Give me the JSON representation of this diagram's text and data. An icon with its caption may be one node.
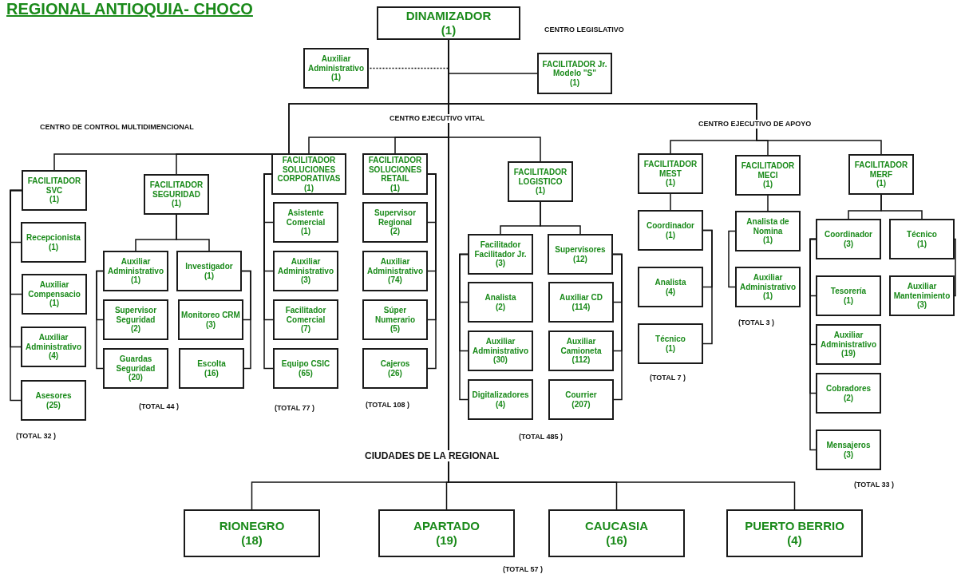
{
  "diagram": {
    "title": "REGIONAL ANTIOQUIA- CHOCO",
    "nodes": [
      {
        "text": [
          "DINAMIZADOR",
          "(1)"
        ]
      },
      {
        "text": [
          "Auxiliar Administrativo",
          "(1)"
        ]
      },
      {
        "text": [
          "FACILITADOR Jr. Modelo \"S\"",
          "(1)"
        ]
      },
      {
        "text": [
          "FACILITADOR SVC",
          "(1)"
        ]
      },
      {
        "text": [
          "Recepcionista",
          "(1)"
        ]
      },
      {
        "text": [
          "Auxiliar Compensacio",
          "(1)"
        ]
      },
      {
        "text": [
          "Auxiliar Administrativo",
          "(4)"
        ]
      },
      {
        "text": [
          "Asesores",
          "(25)"
        ]
      },
      {
        "text": [
          "FACILITADOR SEGURIDAD",
          "(1)"
        ]
      },
      {
        "text": [
          "Auxiliar Administrativo",
          "(1)"
        ]
      },
      {
        "text": [
          "Investigador",
          "(1)"
        ]
      },
      {
        "text": [
          "Supervisor Seguridad",
          "(2)"
        ]
      },
      {
        "text": [
          "Monitoreo CRM",
          "(3)"
        ]
      },
      {
        "text": [
          "Guardas Seguridad",
          "(20)"
        ]
      },
      {
        "text": [
          "Escolta",
          "(16)"
        ]
      },
      {
        "text": [
          "FACILITADOR SOLUCIONES CORPORATIVAS",
          "(1)"
        ]
      },
      {
        "text": [
          "Asistente Comercial",
          "(1)"
        ]
      },
      {
        "text": [
          "Auxiliar Administrativo",
          "(3)"
        ]
      },
      {
        "text": [
          "Facilitador Comercial",
          "(7)"
        ]
      },
      {
        "text": [
          "Equipo CSIC",
          "(65)"
        ]
      },
      {
        "text": [
          "FACILITADOR SOLUCIONES RETAIL",
          "(1)"
        ]
      },
      {
        "text": [
          "Supervisor Regional",
          "(2)"
        ]
      },
      {
        "text": [
          "Auxiliar Administrativo",
          "(74)"
        ]
      },
      {
        "text": [
          "Súper Numerario",
          "(5)"
        ]
      },
      {
        "text": [
          "Cajeros",
          "(26)"
        ]
      },
      {
        "text": [
          "FACILITADOR LOGISTICO",
          "(1)"
        ]
      },
      {
        "text": [
          "Facilitador Facilitador Jr.",
          "(3)"
        ]
      },
      {
        "text": [
          "Supervisores",
          "(12)"
        ]
      },
      {
        "text": [
          "Analista",
          "(2)"
        ]
      },
      {
        "text": [
          "Auxiliar CD",
          "(114)"
        ]
      },
      {
        "text": [
          "Auxiliar Administrativo",
          "(30)"
        ]
      },
      {
        "text": [
          "Auxiliar Camioneta",
          "(112)"
        ]
      },
      {
        "text": [
          "Digitalizadores",
          "(4)"
        ]
      },
      {
        "text": [
          "Courrier",
          "(207)"
        ]
      },
      {
        "text": [
          "FACILITADOR MEST",
          "(1)"
        ]
      },
      {
        "text": [
          "Coordinador",
          "(1)"
        ]
      },
      {
        "text": [
          "Analista",
          "(4)"
        ]
      },
      {
        "text": [
          "Técnico",
          "(1)"
        ]
      },
      {
        "text": [
          "FACILITADOR MECI",
          "(1)"
        ]
      },
      {
        "text": [
          "Analista de Nomina",
          "(1)"
        ]
      },
      {
        "text": [
          "Auxiliar Administrativo",
          "(1)"
        ]
      },
      {
        "text": [
          "FACILITADOR MERF",
          "(1)"
        ]
      },
      {
        "text": [
          "Coordinador",
          "(3)"
        ]
      },
      {
        "text": [
          "Técnico",
          "(1)"
        ]
      },
      {
        "text": [
          "Tesorería",
          "(1)"
        ]
      },
      {
        "text": [
          "Auxiliar Mantenimiento",
          "(3)"
        ]
      },
      {
        "text": [
          "Auxiliar Administrativo",
          "(19)"
        ]
      },
      {
        "text": [
          "Cobradores",
          "(2)"
        ]
      },
      {
        "text": [
          "Mensajeros",
          "(3)"
        ]
      },
      {
        "text": [
          "RIONEGRO",
          "(18)"
        ]
      },
      {
        "text": [
          "APARTADO",
          "(19)"
        ]
      },
      {
        "text": [
          "CAUCASIA",
          "(16)"
        ]
      },
      {
        "text": [
          "PUERTO BERRIO",
          "(4)"
        ]
      }
    ],
    "edges": [
      {
        "from": 0,
        "to": 1,
        "arrow": "none",
        "style": "dashed"
      },
      {
        "from": 0,
        "to": 2,
        "arrow": "none"
      },
      {
        "from": 0,
        "to": 3,
        "arrow": "none"
      },
      {
        "from": 0,
        "to": 8,
        "arrow": "none"
      },
      {
        "from": 0,
        "to": 15,
        "arrow": "none"
      },
      {
        "from": 0,
        "to": 20,
        "arrow": "none"
      },
      {
        "from": 0,
        "to": 25,
        "arrow": "none"
      },
      {
        "from": 0,
        "to": 34,
        "arrow": "none"
      },
      {
        "from": 0,
        "to": 38,
        "arrow": "none"
      },
      {
        "from": 0,
        "to": 41,
        "arrow": "none"
      },
      {
        "from": 0,
        "to": 49,
        "arrow": "none"
      },
      {
        "from": 0,
        "to": 50,
        "arrow": "none"
      },
      {
        "from": 0,
        "to": 51,
        "arrow": "none"
      },
      {
        "from": 0,
        "to": 52,
        "arrow": "none"
      },
      {
        "from": 3,
        "to": 4,
        "arrow": "none"
      },
      {
        "from": 3,
        "to": 5,
        "arrow": "none"
      },
      {
        "from": 3,
        "to": 6,
        "arrow": "none"
      },
      {
        "from": 3,
        "to": 7,
        "arrow": "none"
      },
      {
        "from": 8,
        "to": 9,
        "arrow": "none"
      },
      {
        "from": 8,
        "to": 10,
        "arrow": "none"
      },
      {
        "from": 9,
        "to": 11,
        "arrow": "none"
      },
      {
        "from": 9,
        "to": 13,
        "arrow": "none"
      },
      {
        "from": 10,
        "to": 12,
        "arrow": "none"
      },
      {
        "from": 10,
        "to": 14,
        "arrow": "none"
      },
      {
        "from": 15,
        "to": 16,
        "arrow": "none"
      },
      {
        "from": 15,
        "to": 17,
        "arrow": "none"
      },
      {
        "from": 15,
        "to": 18,
        "arrow": "none"
      },
      {
        "from": 15,
        "to": 19,
        "arrow": "none"
      },
      {
        "from": 20,
        "to": 21,
        "arrow": "none"
      },
      {
        "from": 20,
        "to": 22,
        "arrow": "none"
      },
      {
        "from": 20,
        "to": 23,
        "arrow": "none"
      },
      {
        "from": 20,
        "to": 24,
        "arrow": "none"
      },
      {
        "from": 25,
        "to": 26,
        "arrow": "none"
      },
      {
        "from": 25,
        "to": 27,
        "arrow": "none"
      },
      {
        "from": 26,
        "to": 28,
        "arrow": "none"
      },
      {
        "from": 26,
        "to": 30,
        "arrow": "none"
      },
      {
        "from": 26,
        "to": 32,
        "arrow": "none"
      },
      {
        "from": 27,
        "to": 29,
        "arrow": "none"
      },
      {
        "from": 27,
        "to": 31,
        "arrow": "none"
      },
      {
        "from": 27,
        "to": 33,
        "arrow": "none"
      },
      {
        "from": 34,
        "to": 35,
        "arrow": "none"
      },
      {
        "from": 35,
        "to": 36,
        "arrow": "none"
      },
      {
        "from": 35,
        "to": 37,
        "arrow": "none"
      },
      {
        "from": 38,
        "to": 39,
        "arrow": "none"
      },
      {
        "from": 39,
        "to": 40,
        "arrow": "none"
      },
      {
        "from": 41,
        "to": 42,
        "arrow": "none"
      },
      {
        "from": 41,
        "to": 43,
        "arrow": "none"
      },
      {
        "from": 42,
        "to": 44,
        "arrow": "none"
      },
      {
        "from": 42,
        "to": 46,
        "arrow": "none"
      },
      {
        "from": 42,
        "to": 47,
        "arrow": "none"
      },
      {
        "from": 42,
        "to": 48,
        "arrow": "none"
      },
      {
        "from": 43,
        "to": 45,
        "arrow": "none"
      }
    ],
    "labels": [
      "CENTRO LEGISLATIVO",
      "CENTRO DE CONTROL MULTIDIMENCIONAL",
      "CENTRO EJECUTIVO VITAL",
      "CENTRO EJECUTIVO DE APOYO",
      "(TOTAL 44 )",
      "(TOTAL 77 )",
      "(TOTAL 108 )",
      "(TOTAL 7 )",
      "(TOTAL 3 )",
      "(TOTAL 32 )",
      "(TOTAL 485 )",
      "CIUDADES DE LA REGIONAL",
      "(TOTAL 33 )",
      "(TOTAL 57 )"
    ]
  }
}
